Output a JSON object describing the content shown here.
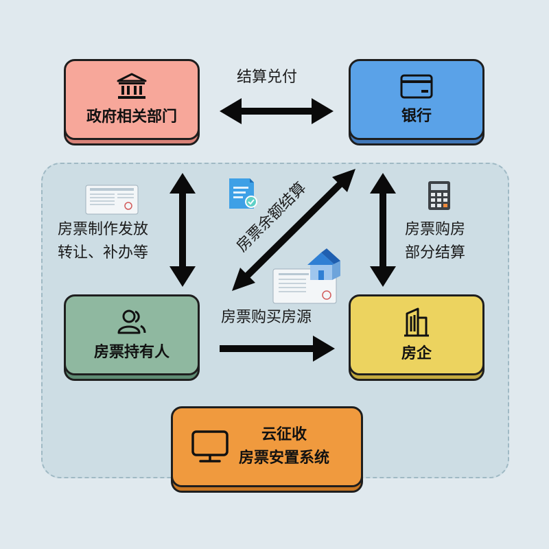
{
  "nodes": {
    "government": {
      "label": "政府相关部门",
      "color": "#f7a79a",
      "shadow": "#d98278"
    },
    "bank": {
      "label": "银行",
      "color": "#5aa2e8",
      "shadow": "#4077b8"
    },
    "holder": {
      "label": "房票持有人",
      "color": "#8fb8a0",
      "shadow": "#5e8b73"
    },
    "developer": {
      "label": "房企",
      "color": "#ecd35f",
      "shadow": "#c3a93e"
    },
    "system": {
      "line1": "云征收",
      "line2": "房票安置系统",
      "color": "#f09a3e",
      "shadow": "#c87622"
    }
  },
  "edges": {
    "gov_bank": "结算兑付",
    "gov_holder_line1": "房票制作发放",
    "gov_holder_line2": "转让、补办等",
    "bank_holder": "房票余额结算",
    "bank_developer_line1": "房票购房",
    "bank_developer_line2": "部分结算",
    "holder_developer": "房票购买房源"
  },
  "icons": {
    "government": "bank-building-icon",
    "bank": "credit-card-icon",
    "holder": "users-icon",
    "developer": "office-building-icon",
    "system": "monitor-icon",
    "certificate": "certificate-icon",
    "document": "document-check-icon",
    "calculator": "calculator-icon",
    "house": "house-icon"
  }
}
